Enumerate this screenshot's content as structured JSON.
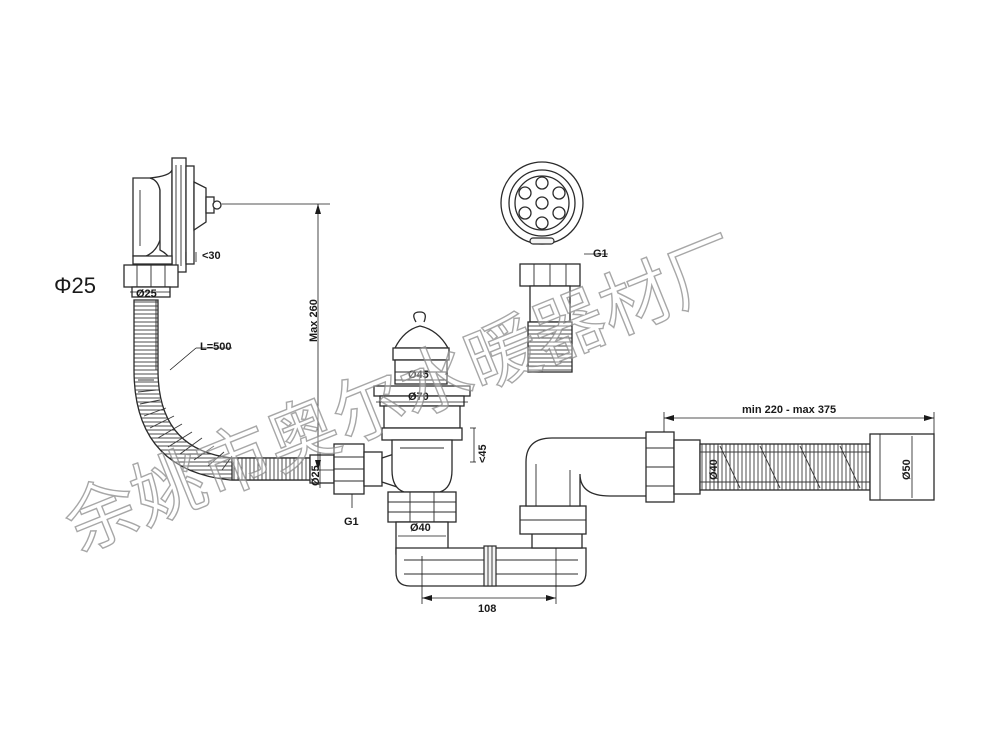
{
  "diagram": {
    "pipe_diameter_label": "Φ25",
    "dimensions": {
      "overflow_depth": "<30",
      "overflow_pipe_diameter": "Ø25",
      "hose_length": "L=500",
      "max_height": "Max 260",
      "inlet_diameter": "Ø25",
      "thread_left": "G1",
      "plug_diameter": "Ø45",
      "waste_diameter": "Ø70",
      "plug_depth": "<45",
      "trap_outlet_diameter": "Ø40",
      "trap_spacing": "108",
      "outlet_hose_length": "min 220 - max 375",
      "outlet_diameter_small": "Ø40",
      "outlet_diameter_large": "Ø50",
      "thread_top": "G1"
    }
  },
  "watermark": {
    "text": "余姚市奥尔水暖器材厂"
  }
}
